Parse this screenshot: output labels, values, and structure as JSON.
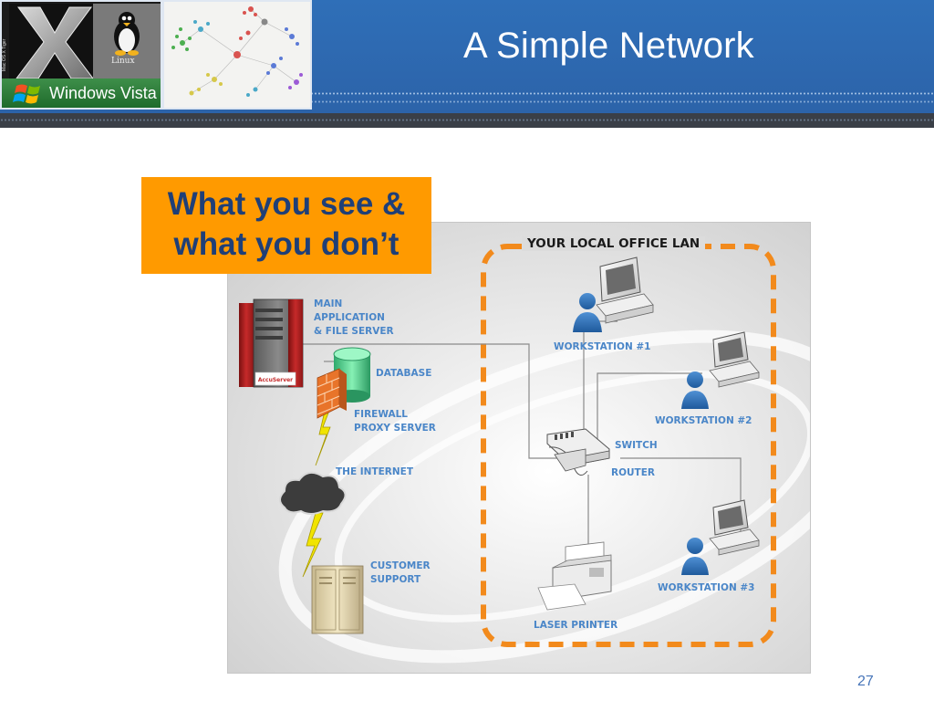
{
  "slide": {
    "title": "A Simple Network",
    "page_number": "27"
  },
  "header": {
    "tiles": {
      "os_logos": {
        "vista_label": "Windows Vista",
        "linux_label": "Linux",
        "side_text": "Mac OS X Tiger"
      },
      "graph_image": "network-graph-visualization"
    }
  },
  "callout": {
    "line1": "What you see &",
    "line2": "what you don’t",
    "color": "#ff9a00",
    "text_color": "#1f3f77"
  },
  "diagram": {
    "lan_title": "YOUR LOCAL OFFICE LAN",
    "labels": {
      "main_server": [
        "MAIN",
        "APPLICATION",
        "& FILE SERVER"
      ],
      "database": "DATABASE",
      "firewall": [
        "FIREWALL",
        "PROXY SERVER"
      ],
      "internet": "THE INTERNET",
      "customer_support": [
        "CUSTOMER",
        "SUPPORT"
      ],
      "workstation1": "WORKSTATION #1",
      "workstation2": "WORKSTATION #2",
      "workstation3": "WORKSTATION #3",
      "switch": "SWITCH",
      "router": "ROUTER",
      "printer": "LASER PRINTER",
      "server_badge": "AccuServer"
    },
    "colors": {
      "label": "#4a86c8",
      "lan_border": "#f28a1c",
      "background": "#dcdcdc"
    }
  }
}
